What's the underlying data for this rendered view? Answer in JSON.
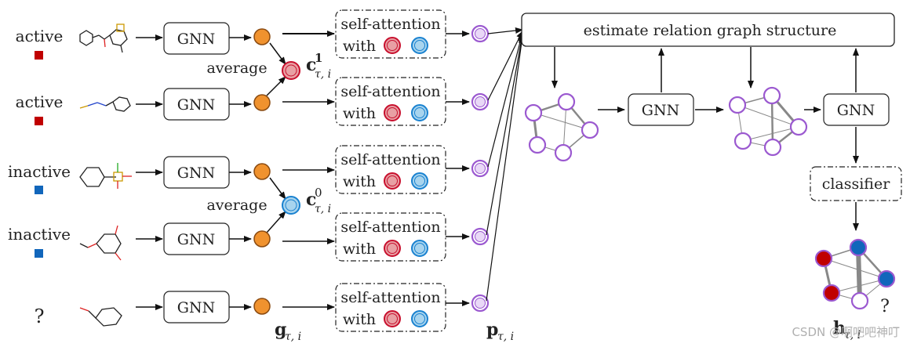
{
  "rows": [
    {
      "label": "active",
      "square_color": "#c00000",
      "average_label": "average"
    },
    {
      "label": "active",
      "square_color": "#c00000"
    },
    {
      "label": "inactive",
      "square_color": "#1166bb",
      "average_label": "average"
    },
    {
      "label": "inactive",
      "square_color": "#1166bb"
    },
    {
      "label": "?"
    }
  ],
  "gnn_label": "GNN",
  "attention": {
    "line1": "self-attention",
    "line2": "with"
  },
  "math": {
    "c1_main": "c",
    "c1_sup": "1",
    "c1_sub": "τ, i",
    "c0_main": "c",
    "c0_sup": "0",
    "c0_sub": "τ, i",
    "g_main": "g",
    "g_sub": "τ, i",
    "p_main": "p",
    "p_sub": "τ, i",
    "h_main": "h",
    "h_sub": "τ, i"
  },
  "relation_box": "estimate relation graph structure",
  "right_gnn_1": "GNN",
  "right_gnn_2": "GNN",
  "classifier": "classifier",
  "query_mark": "?",
  "watermark": "CSDN @啊吧吧神叮",
  "colors": {
    "orange": "#f0922e",
    "red_fill": "#e8a0a4",
    "red_ring": "#c8102e",
    "blue_fill": "#a8d4ee",
    "blue_ring": "#1a82d0",
    "purple": "#9b59d0",
    "active_red": "#c00000",
    "active_blue": "#1166bb"
  }
}
